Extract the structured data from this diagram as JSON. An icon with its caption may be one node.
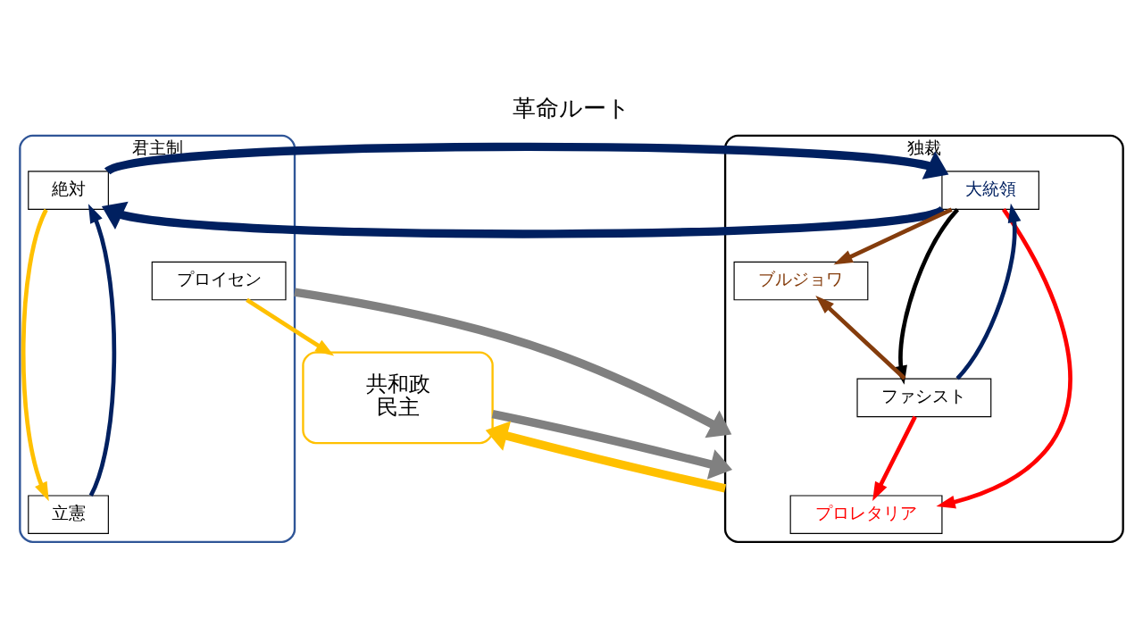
{
  "diagram": {
    "title": "革命ルート",
    "nodes": [
      {
        "text": [
          "君主制"
        ]
      },
      {
        "text": [
          "絶対"
        ],
        "in": 0
      },
      {
        "text": [
          "プロイセン"
        ],
        "in": 0
      },
      {
        "text": [
          "立憲"
        ],
        "in": 0
      },
      {
        "text": [
          "共和政",
          "民主"
        ]
      },
      {
        "text": [
          "独裁"
        ]
      },
      {
        "text": [
          "大統領"
        ],
        "in": 5
      },
      {
        "text": [
          "ブルジョワ"
        ],
        "in": 5
      },
      {
        "text": [
          "プロレタリア"
        ],
        "in": 5
      },
      {
        "text": [
          "ファシスト"
        ],
        "in": 5
      }
    ],
    "edges": [
      {
        "from": 1,
        "to": 3,
        "arrow": "to",
        "color": "#ffc000"
      },
      {
        "from": 3,
        "to": 1,
        "arrow": "to",
        "color": "#002060"
      },
      {
        "from": 2,
        "to": 4,
        "arrow": "to",
        "color": "#ffc000"
      },
      {
        "from": 1,
        "to": 6,
        "arrow": "to",
        "style": "thick",
        "color": "#002060"
      },
      {
        "from": 6,
        "to": 1,
        "arrow": "to",
        "style": "thick",
        "color": "#002060"
      },
      {
        "from": 0,
        "to": 5,
        "arrow": "to",
        "style": "thick",
        "color": "#808080"
      },
      {
        "from": 4,
        "to": 5,
        "arrow": "to",
        "style": "thick",
        "color": "#808080"
      },
      {
        "from": 5,
        "to": 4,
        "arrow": "to",
        "style": "thick",
        "color": "#ffc000"
      },
      {
        "from": 9,
        "to": 6,
        "arrow": "to",
        "color": "#002060"
      },
      {
        "from": 6,
        "to": 7,
        "arrow": "to",
        "color": "#843c0c"
      },
      {
        "from": 9,
        "to": 7,
        "arrow": "to",
        "color": "#843c0c"
      },
      {
        "from": 6,
        "to": 8,
        "arrow": "to",
        "color": "#ff0000"
      },
      {
        "from": 9,
        "to": 8,
        "arrow": "to",
        "color": "#ff0000"
      },
      {
        "from": 6,
        "to": 9,
        "arrow": "to",
        "color": "#000000"
      }
    ]
  }
}
